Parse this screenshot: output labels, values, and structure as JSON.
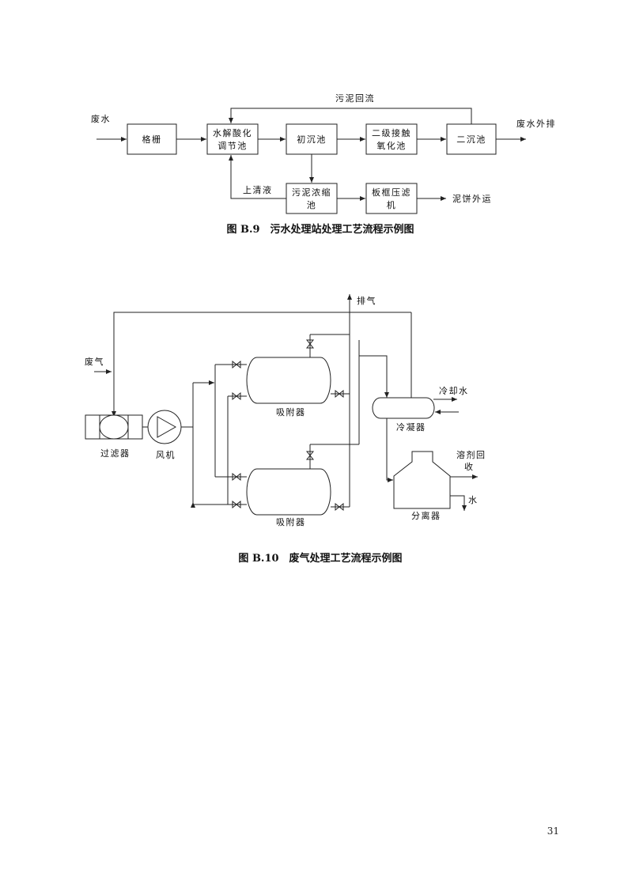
{
  "fig9": {
    "caption": "图 B.9　污水处理站处理工艺流程示例图",
    "labels": {
      "input": "废水",
      "recycle": "污泥回流",
      "output": "废水外排",
      "supernatant": "上清液",
      "cake_out": "泥饼外运"
    },
    "boxes": {
      "grille": "格栅",
      "hydrolysis_1": "水解酸化",
      "hydrolysis_2": "调节池",
      "primary": "初沉池",
      "contact_1": "二级接触",
      "contact_2": "氧化池",
      "secondary": "二沉池",
      "thickener_1": "污泥浓缩",
      "thickener_2": "池",
      "press_1": "板框压滤",
      "press_2": "机"
    }
  },
  "fig10": {
    "caption": "图 B.10　废气处理工艺流程示例图",
    "labels": {
      "exhaust": "排气",
      "waste_gas": "废气",
      "filter": "过滤器",
      "fan": "风机",
      "adsorber_top": "吸附器",
      "adsorber_bottom": "吸附器",
      "condenser": "冷凝器",
      "cooling_water": "冷却水",
      "solvent_1": "溶剂回",
      "solvent_2": "收",
      "water": "水",
      "separator": "分离器"
    }
  },
  "page_number": "31"
}
